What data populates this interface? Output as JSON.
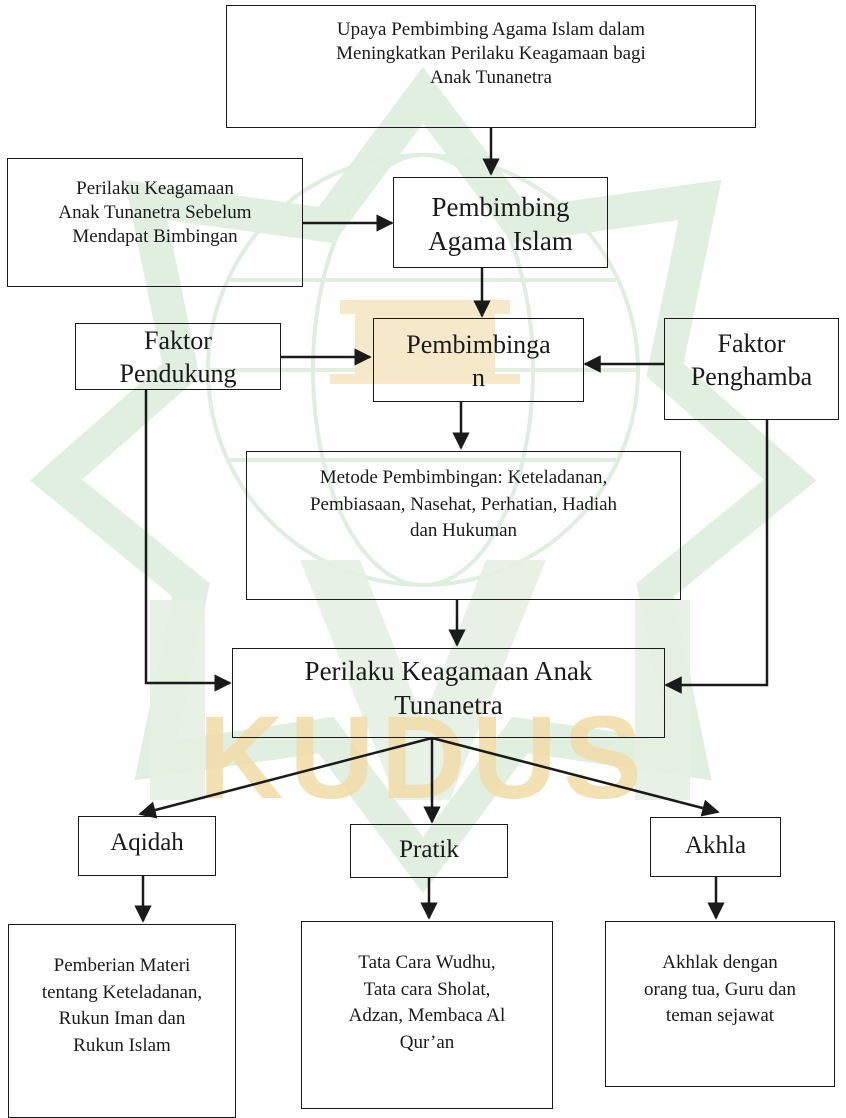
{
  "watermark": {
    "text": "KUDUS",
    "color": "#f2d9a4",
    "shape_color": "#d9ecd9"
  },
  "diagram": {
    "title_box": "Upaya Pembimbing Agama Islam dalam\nMeningkatkan Perilaku Keagamaan bagi\nAnak Tunanetra",
    "before_box": "Perilaku Keagamaan\nAnak Tunanetra Sebelum\nMendapat Bimbingan",
    "pembimbing_box": "Pembimbing\nAgama Islam",
    "faktor_pendukung": "Faktor\nPendukung",
    "pembimbingan_box": "Pembimbinga\nn",
    "faktor_penghamba": "Faktor\nPenghamba",
    "metode_box": "Metode Pembimbingan:   Keteladanan,\nPembiasaan, Nasehat, Perhatian, Hadiah\ndan Hukuman",
    "perilaku_box": "Perilaku Keagamaan Anak\nTunanetra",
    "aqidah": "Aqidah",
    "pratik": "Pratik",
    "akhla": "Akhla",
    "aqidah_detail": "Pemberian Materi\ntentang Keteladanan,\nRukun Iman dan\nRukun Islam",
    "pratik_detail": "Tata Cara Wudhu,\nTata cara Sholat,\nAdzan, Membaca Al\nQur’an",
    "akhla_detail": "Akhlak dengan\norang tua, Guru dan\nteman sejawat"
  }
}
